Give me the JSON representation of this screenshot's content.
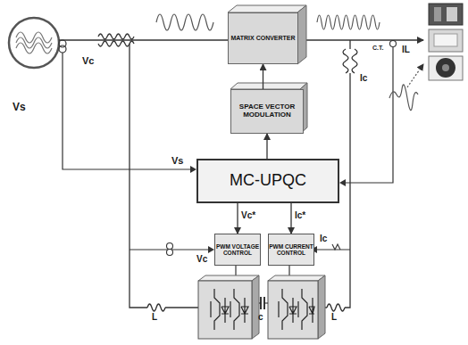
{
  "diagram": {
    "nodes": [
      {
        "text": [
          "MATRIX CONVERTER"
        ]
      },
      {
        "text": [
          "SPACE VECTOR MODULATION"
        ]
      },
      {
        "text": [
          "MC-UPQC"
        ]
      },
      {
        "text": [
          "PWM VOLTAGE CONTROL"
        ]
      },
      {
        "text": [
          "PWM CURRENT CONTROL"
        ]
      }
    ],
    "edges": [
      {
        "from": 1,
        "to": 0,
        "arrow": "to"
      },
      {
        "from": 2,
        "to": 1,
        "arrow": "to"
      },
      {
        "from": 2,
        "to": 3,
        "arrow": "to"
      },
      {
        "from": 2,
        "to": 4,
        "arrow": "to"
      }
    ],
    "labels": [
      "Vs",
      "Vc",
      "C.T.",
      "IL",
      "Ic",
      "Vs",
      "Vc*",
      "Ic*",
      "Vc",
      "Ic",
      "L",
      "L",
      "c"
    ]
  }
}
